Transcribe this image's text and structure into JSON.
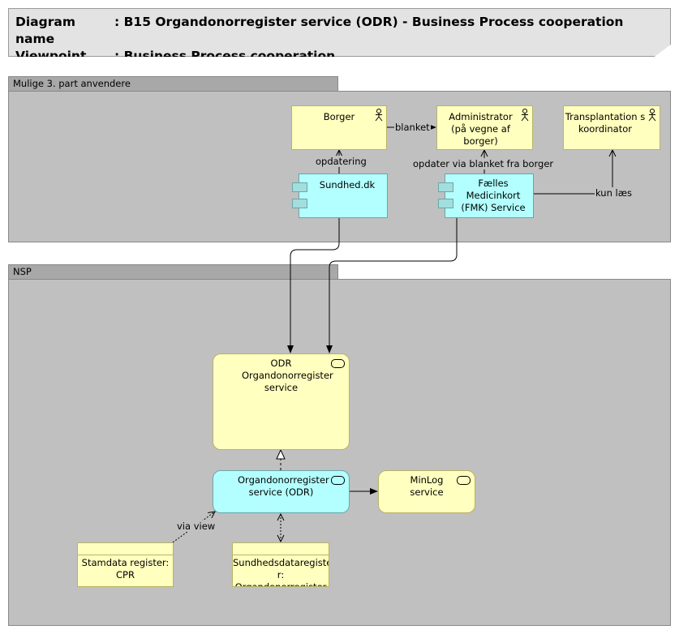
{
  "header": {
    "diagram_name_label": "Diagram name",
    "diagram_name": ": B15 Organdonorregister service (ODR) - Business Process cooperation",
    "viewpoint_label": "Viewpoint",
    "viewpoint": ": Business Process cooperation"
  },
  "groups": {
    "third_party": "Mulige 3. part anvendere",
    "nsp": "NSP"
  },
  "nodes": {
    "borger": "Borger",
    "administrator": "Administrator (på vegne af borger)",
    "transplant": "Transplantation s koordinator",
    "sundhed": "Sundhed.dk",
    "fmk": "Fælles Medicinkort (FMK) Service",
    "odr": "ODR Organdonorregister service",
    "odr_service": "Organdonorregister service (ODR)",
    "minlog": "MinLog service",
    "stamdata": "Stamdata register: CPR",
    "sundhedsdata": "Sundhedsdataregiste r: Organdonorregister"
  },
  "edges": {
    "blanket": "blanket",
    "opdatering": "opdatering",
    "opdater_via": "opdater via blanket fra borger",
    "kun_laes": "kun læs",
    "via_view": "via view"
  }
}
